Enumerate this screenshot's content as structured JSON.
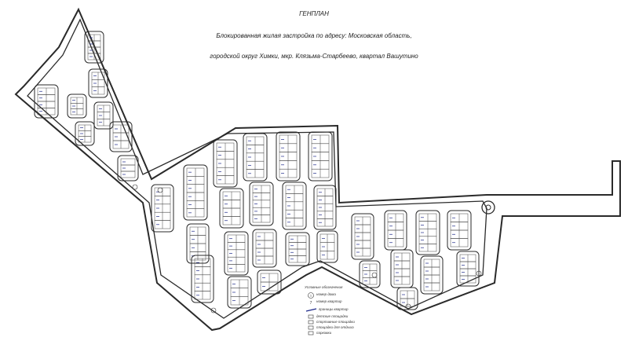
{
  "header": {
    "title": "ГЕНПЛАН",
    "subtitle_line1": "Блокированная жилая застройка по адресу: Московская область,",
    "subtitle_line2": "городской округ Химки, мкр. Клязьма-Старбеево, квартал Вашутино"
  },
  "legend": {
    "heading": "Условные обозначения",
    "items": [
      {
        "label": "номер дома"
      },
      {
        "label": "номер квартир"
      },
      {
        "label": "границы квартир"
      },
      {
        "label": "детские площадки"
      },
      {
        "label": "спортивные площадки"
      },
      {
        "label": "площадки для отдыха"
      },
      {
        "label": "парковки"
      }
    ]
  },
  "colors": {
    "line": "#2a2a2a",
    "accent": "#1e2a8a"
  }
}
